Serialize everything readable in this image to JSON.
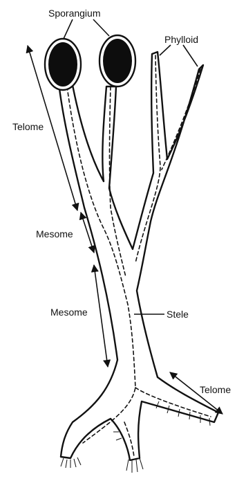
{
  "labels": {
    "sporangium": "Sporangium",
    "phylloid": "Phylloid",
    "telome_upper": "Telome",
    "mesome_upper": "Mesome",
    "mesome_lower": "Mesome",
    "stele": "Stele",
    "telome_lower": "Telome"
  },
  "colors": {
    "ink": "#111111",
    "background": "#ffffff",
    "sporangium_fill": "#0d0d0d"
  }
}
